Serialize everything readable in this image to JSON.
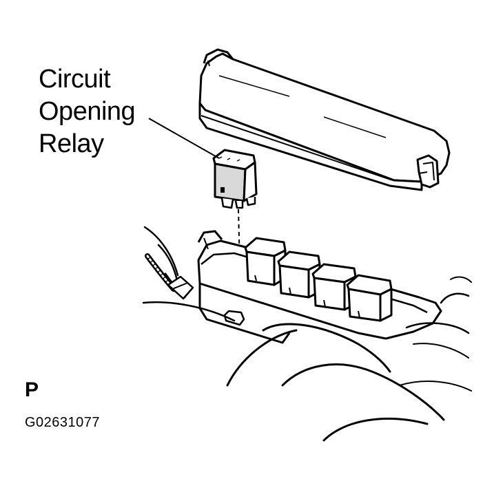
{
  "callout": {
    "line1": "Circuit",
    "line2": "Opening",
    "line3": "Relay"
  },
  "view_letter": "P",
  "figure_code": "G02631077",
  "colors": {
    "ink": "#000000",
    "paper": "#ffffff",
    "shade": "#d9d9d9"
  }
}
